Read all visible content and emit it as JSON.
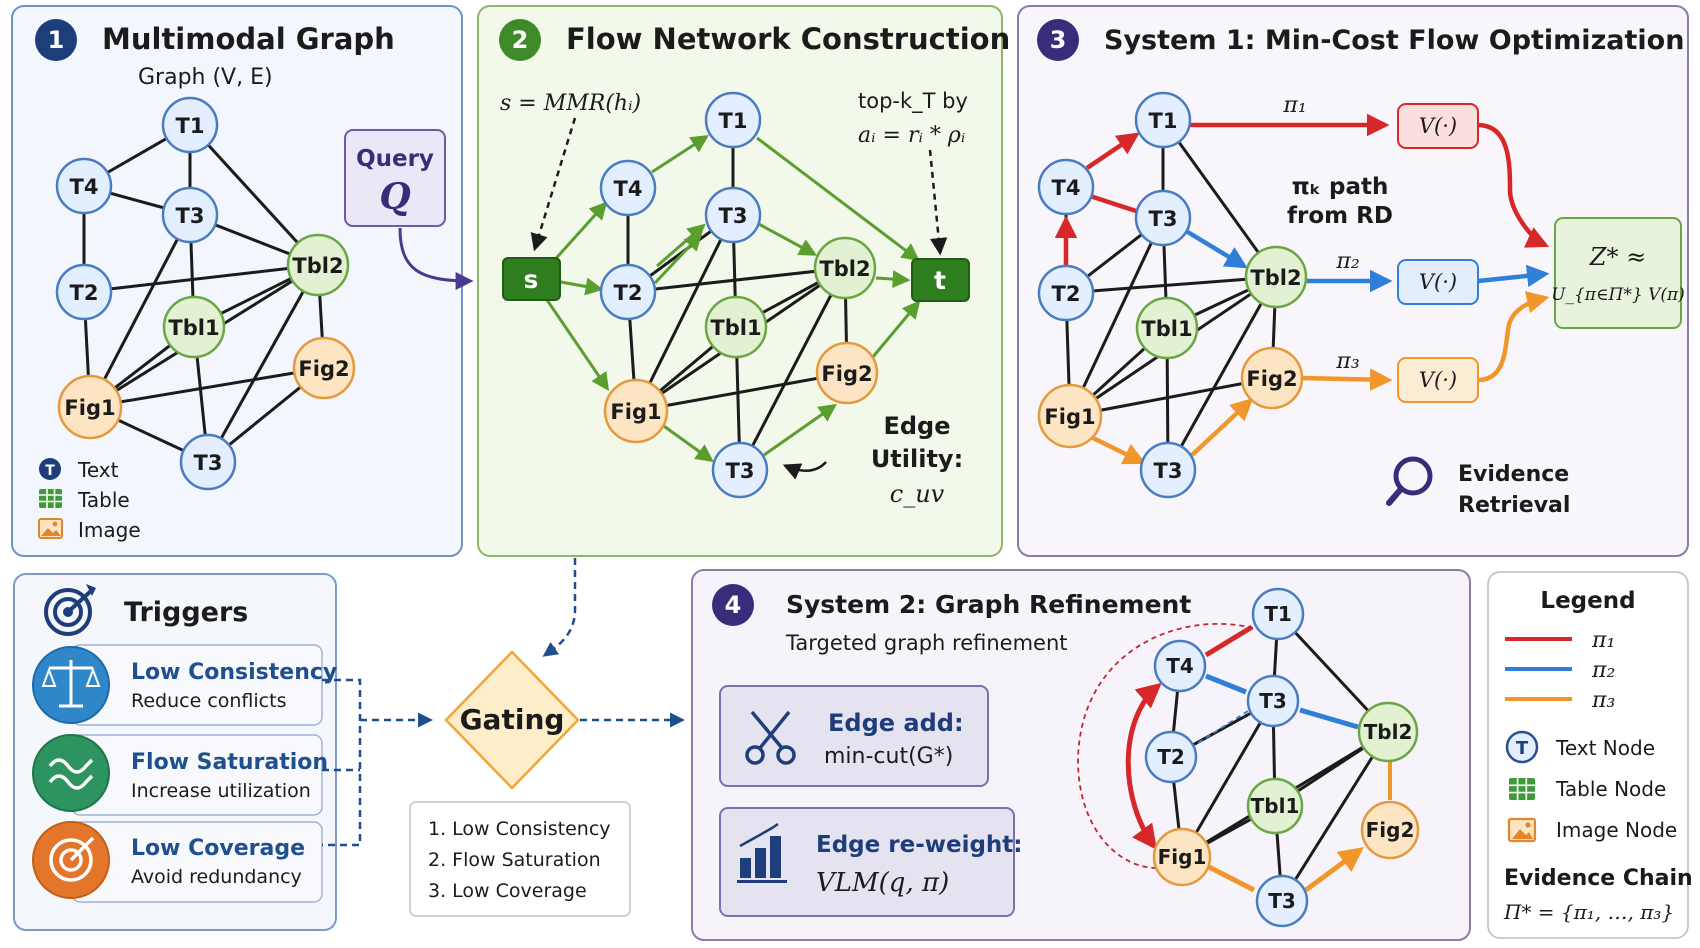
{
  "panel1": {
    "number": "1",
    "title": "Multimodal Graph",
    "subtitle": "Graph (V, E)",
    "query_label": "Query",
    "query_symbol": "Q",
    "legend": {
      "text": "Text",
      "table": "Table",
      "image": "Image",
      "text_badge": "T"
    },
    "nodes": {
      "t1": "T1",
      "t4": "T4",
      "t3": "T3",
      "t2": "T2",
      "tbl2": "Tbl2",
      "tbl1": "Tbl1",
      "fig2": "Fig2",
      "fig1": "Fig1",
      "t3b": "T3"
    }
  },
  "panel2": {
    "number": "2",
    "title": "Flow Network Construction",
    "formula_s": "s = MMR(hᵢ)",
    "topk_line1": "top-k_T by",
    "topk_line2": "aᵢ = rᵢ * ρᵢ",
    "source": "s",
    "sink": "t",
    "edge_utility_line1": "Edge",
    "edge_utility_line2": "Utility:",
    "edge_utility_symbol": "c_uv",
    "nodes": {
      "t1": "T1",
      "t4": "T4",
      "t3": "T3",
      "t2": "T2",
      "tbl2": "Tbl2",
      "tbl1": "Tbl1",
      "fig2": "Fig2",
      "fig1": "Fig1",
      "t3b": "T3"
    }
  },
  "panel3": {
    "number": "3",
    "title": "System 1: Min-Cost Flow Optimization",
    "path_label_line1": "πₖ path",
    "path_label_line2": "from RD",
    "pi1": "π₁",
    "pi2": "π₂",
    "pi3": "π₃",
    "value_fn": "V(·)",
    "result_line1": "Z* ≈",
    "result_line2": "U_{π∈Π*} V(π)",
    "evidence_line1": "Evidence",
    "evidence_line2": "Retrieval",
    "colors": {
      "pi1": "#d62828",
      "pi2": "#2f7fd8",
      "pi3": "#f0962a"
    },
    "nodes": {
      "t1": "T1",
      "t4": "T4",
      "t3": "T3",
      "t2": "T2",
      "tbl2": "Tbl2",
      "tbl1": "Tbl1",
      "fig2": "Fig2",
      "fig1": "Fig1",
      "t3b": "T3"
    }
  },
  "triggers": {
    "title": "Triggers",
    "items": [
      {
        "title": "Low Consistency",
        "desc": "Reduce conflicts",
        "icon": "scales-icon"
      },
      {
        "title": "Flow Saturation",
        "desc": "Increase utilization",
        "icon": "wave-icon"
      },
      {
        "title": "Low Coverage",
        "desc": "Avoid redundancy",
        "icon": "target-icon"
      }
    ]
  },
  "gating": {
    "label": "Gating",
    "list": [
      "1.  Low Consistency",
      "2.  Flow Saturation",
      "3.  Low Coverage"
    ]
  },
  "panel4": {
    "number": "4",
    "title": "System 2: Graph Refinement",
    "subtitle": "Targeted graph refinement",
    "edge_add_title": "Edge add:",
    "edge_add_formula": "min-cut(G*)",
    "edge_reweight_title": "Edge re-weight:",
    "edge_reweight_formula": "VLM(q, π)",
    "nodes": {
      "t1": "T1",
      "t4": "T4",
      "t3": "T3",
      "t2": "T2",
      "tbl2": "Tbl2",
      "tbl1": "Tbl1",
      "fig2": "Fig2",
      "fig1": "Fig1",
      "t3b": "T3"
    }
  },
  "legend": {
    "title": "Legend",
    "pi1": "π₁",
    "pi2": "π₂",
    "pi3": "π₃",
    "text_node": "Text Node",
    "table_node": "Table Node",
    "image_node": "Image Node",
    "text_badge": "T",
    "evidence_chain_title": "Evidence Chain",
    "evidence_chain_formula": "Π* = {π₁, …, π₃}"
  }
}
